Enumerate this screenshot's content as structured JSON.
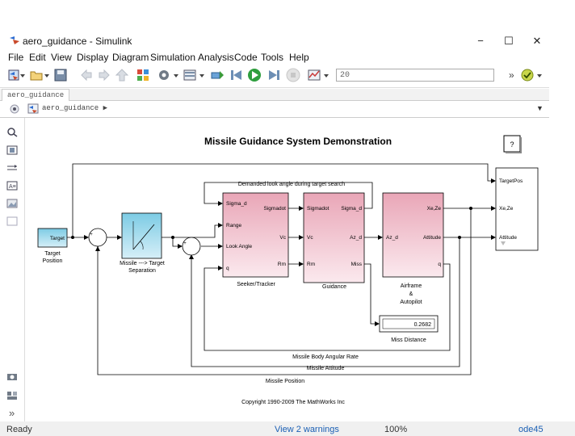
{
  "window": {
    "title": "aero_guidance - Simulink",
    "minimize": "−",
    "maximize": "☐",
    "close": "✕"
  },
  "menu": [
    "File",
    "Edit",
    "View",
    "Display",
    "Diagram",
    "Simulation",
    "Analysis",
    "Code",
    "Tools",
    "Help"
  ],
  "toolbar": {
    "stop_time": "20",
    "overflow": "»"
  },
  "tabs": {
    "model_tab": "aero_guidance"
  },
  "address": {
    "path": "aero_guidance",
    "arrow": "▶",
    "dropdown": "▼"
  },
  "palette": {
    "more": "»"
  },
  "diagram": {
    "title": "Missile Guidance System Demonstration",
    "help_button": "?",
    "copyright": "Copyright 1990-2009 The MathWorks Inc",
    "target_block": {
      "port": "Target",
      "label1": "Target",
      "label2": "Position"
    },
    "separation_block": {
      "label1": "Missile ---> Target",
      "label2": "Separation"
    },
    "sum1": {
      "minus": "-",
      "plus": "+"
    },
    "sum2": {
      "minus": "-",
      "plus": "+"
    },
    "seeker": {
      "in": [
        "Sigma_d",
        "Range",
        "Look Angle",
        "q"
      ],
      "out": [
        "Sigmadot",
        "Vc",
        "Rm"
      ],
      "label": "Seeker/Tracker"
    },
    "guidance": {
      "in": [
        "Sigmadot",
        "Vc",
        "Rm"
      ],
      "out": [
        "Sigma_d",
        "Az_d",
        "Miss"
      ],
      "label": "Guidance"
    },
    "airframe": {
      "in": [
        "Az_d"
      ],
      "out": [
        "Xe,Ze",
        "Attitude",
        "q"
      ],
      "label1": "Airframe",
      "label2": "&",
      "label3": "Autopilot"
    },
    "scope": {
      "in": [
        "TargetPos",
        "Xe,Ze",
        "Attitude"
      ]
    },
    "display": {
      "value": "0.2682",
      "label": "Miss Distance"
    },
    "signals": {
      "look_angle": "Demanded look angle during target search",
      "body_rate": "Missile Body Angular Rate",
      "attitude": "Missile Attitude",
      "position": "Missile Position"
    }
  },
  "status": {
    "ready": "Ready",
    "warnings": "View 2 warnings",
    "zoom": "100%",
    "solver": "ode45"
  }
}
